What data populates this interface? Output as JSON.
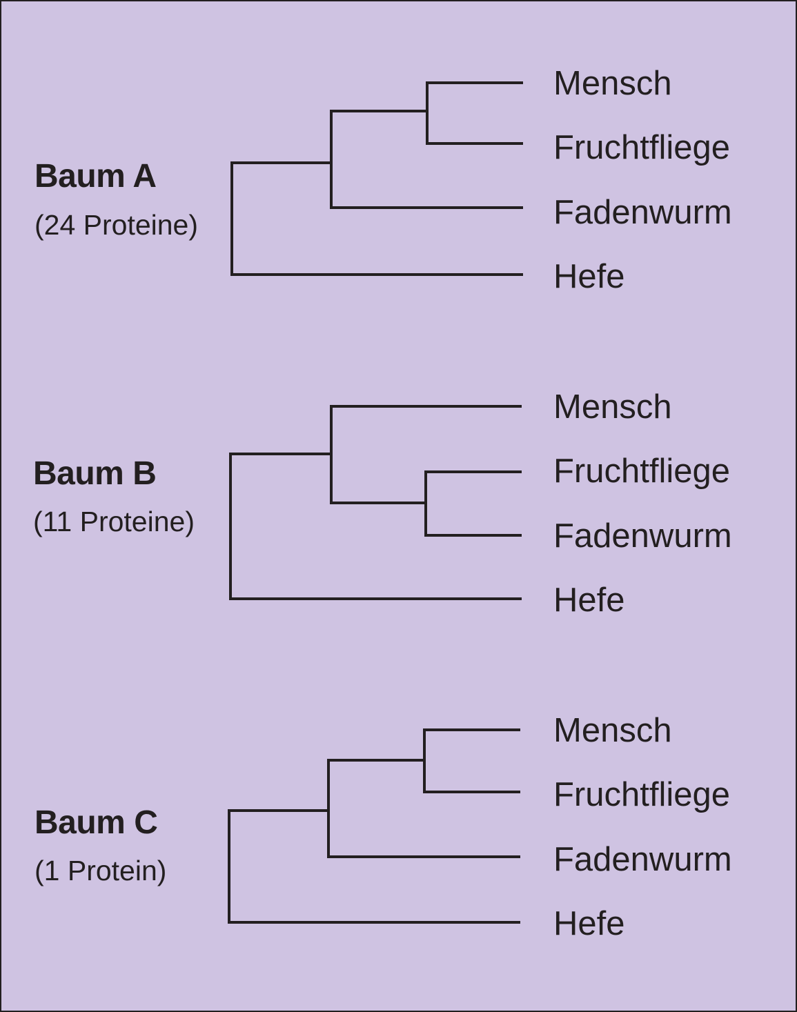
{
  "trees": [
    {
      "title": "Baum A",
      "subtitle": "(24 Proteine)",
      "leaves": [
        "Mensch",
        "Fruchtfliege",
        "Fadenwurm",
        "Hefe"
      ],
      "topology": "(((Mensch,Fruchtfliege),Fadenwurm),Hefe)"
    },
    {
      "title": "Baum B",
      "subtitle": "(11 Proteine)",
      "leaves": [
        "Mensch",
        "Fruchtfliege",
        "Fadenwurm",
        "Hefe"
      ],
      "topology": "((Mensch,(Fruchtfliege,Fadenwurm)),Hefe)"
    },
    {
      "title": "Baum C",
      "subtitle": "(1 Protein)",
      "leaves": [
        "Mensch",
        "Fruchtfliege",
        "Fadenwurm",
        "Hefe"
      ],
      "topology": "(((Mensch,Fruchtfliege),Fadenwurm),Hefe)"
    }
  ],
  "colors": {
    "background": "#cfc3e2",
    "ink": "#231f20"
  }
}
